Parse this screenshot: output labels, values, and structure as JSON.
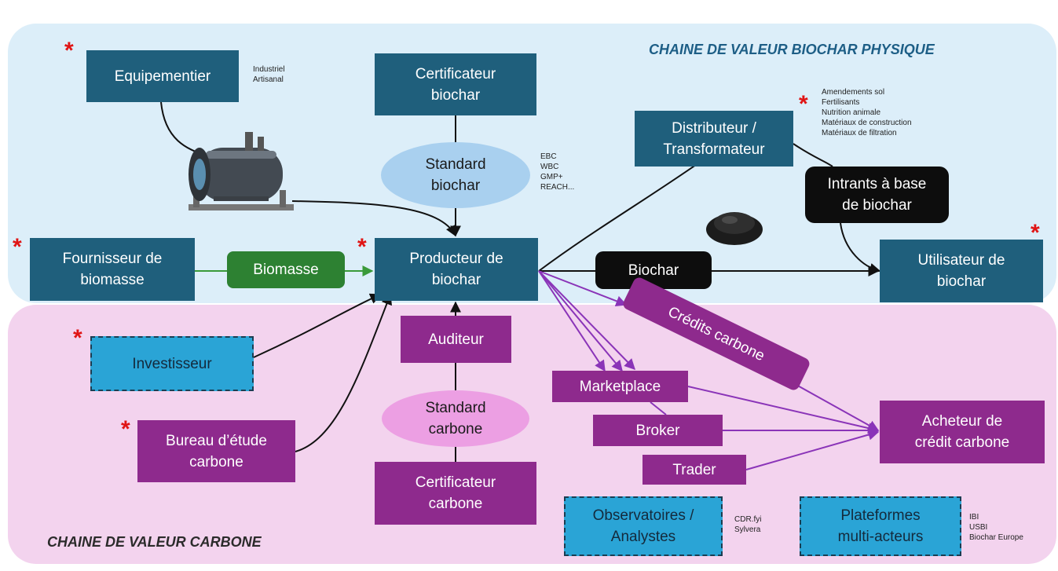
{
  "titles": {
    "physical": "CHAINE DE VALEUR BIOCHAR PHYSIQUE",
    "carbon": "CHAINE DE VALEUR CARBONE"
  },
  "nodes": {
    "equipementier": "Equipementier",
    "certificateur_biochar": "Certificateur\nbiochar",
    "standard_biochar": "Standard\nbiochar",
    "distributeur": "Distributeur /\nTransformateur",
    "intrants": "Intrants à base\nde biochar",
    "fournisseur": "Fournisseur de\nbiomasse",
    "biomasse": "Biomasse",
    "producteur": "Producteur de\nbiochar",
    "biochar": "Biochar",
    "utilisateur": "Utilisateur de\nbiochar",
    "investisseur": "Investisseur",
    "auditeur": "Auditeur",
    "standard_carbone": "Standard\ncarbone",
    "bureau": "Bureau d’étude\ncarbone",
    "certificateur_carbone": "Certificateur\ncarbone",
    "credits": "Crédits carbone",
    "marketplace": "Marketplace",
    "broker": "Broker",
    "trader": "Trader",
    "acheteur": "Acheteur de\ncrédit carbone",
    "observatoires": "Observatoires /\nAnalystes",
    "plateformes": "Plateformes\nmulti-acteurs"
  },
  "side_notes": {
    "equipementier": "Industriel\nArtisanal",
    "standard_biochar": "EBC\nWBC\nGMP+\nREACH...",
    "distributeur": "Amendements sol\nFertilisants\nNutrition animale\nMatériaux de construction\nMatériaux de filtration",
    "observatoires": "CDR.fyi\nSylvera",
    "plateformes": "IBI\nUSBI\nBiochar Europe"
  },
  "star_symbol": "*",
  "colors": {
    "physical_box": "#1f5f7c",
    "carbon_box": "#8e2a8d",
    "biomasse": "#2d8132",
    "dashed_box": "#2aa4d6",
    "star": "#e01414",
    "purple_arrow": "#8a34b8"
  }
}
